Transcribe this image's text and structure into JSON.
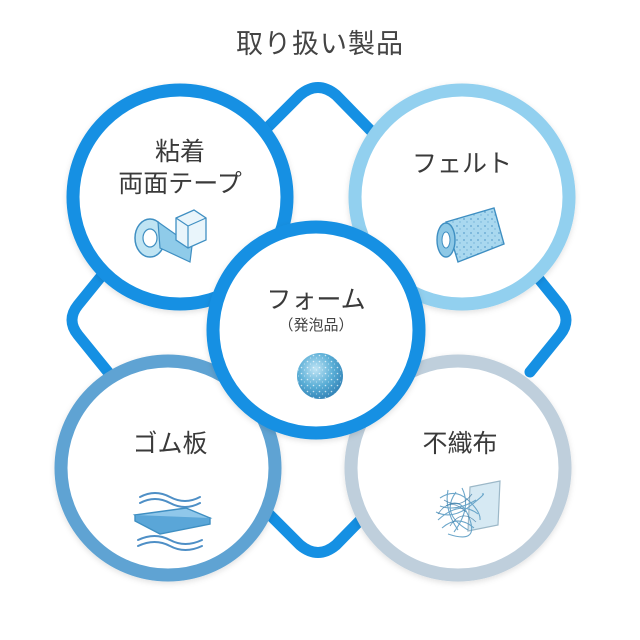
{
  "title": "取り扱い製品",
  "colors": {
    "frame": "#1590e3",
    "felt": "#92d0ef",
    "rubber": "#5fa3d3",
    "nonwoven": "#bfcfdc"
  },
  "items": {
    "tape": {
      "line1": "粘着",
      "line2": "両面テープ",
      "icon": "tape-roll-icon"
    },
    "felt": {
      "label": "フェルト",
      "icon": "felt-roll-icon"
    },
    "foam": {
      "label": "フォーム",
      "sub": "（発泡品）",
      "icon": "foam-ball-icon"
    },
    "rubber": {
      "label": "ゴム板",
      "icon": "rubber-sheet-icon"
    },
    "nonwoven": {
      "label": "不織布",
      "icon": "nonwoven-fiber-icon"
    }
  }
}
